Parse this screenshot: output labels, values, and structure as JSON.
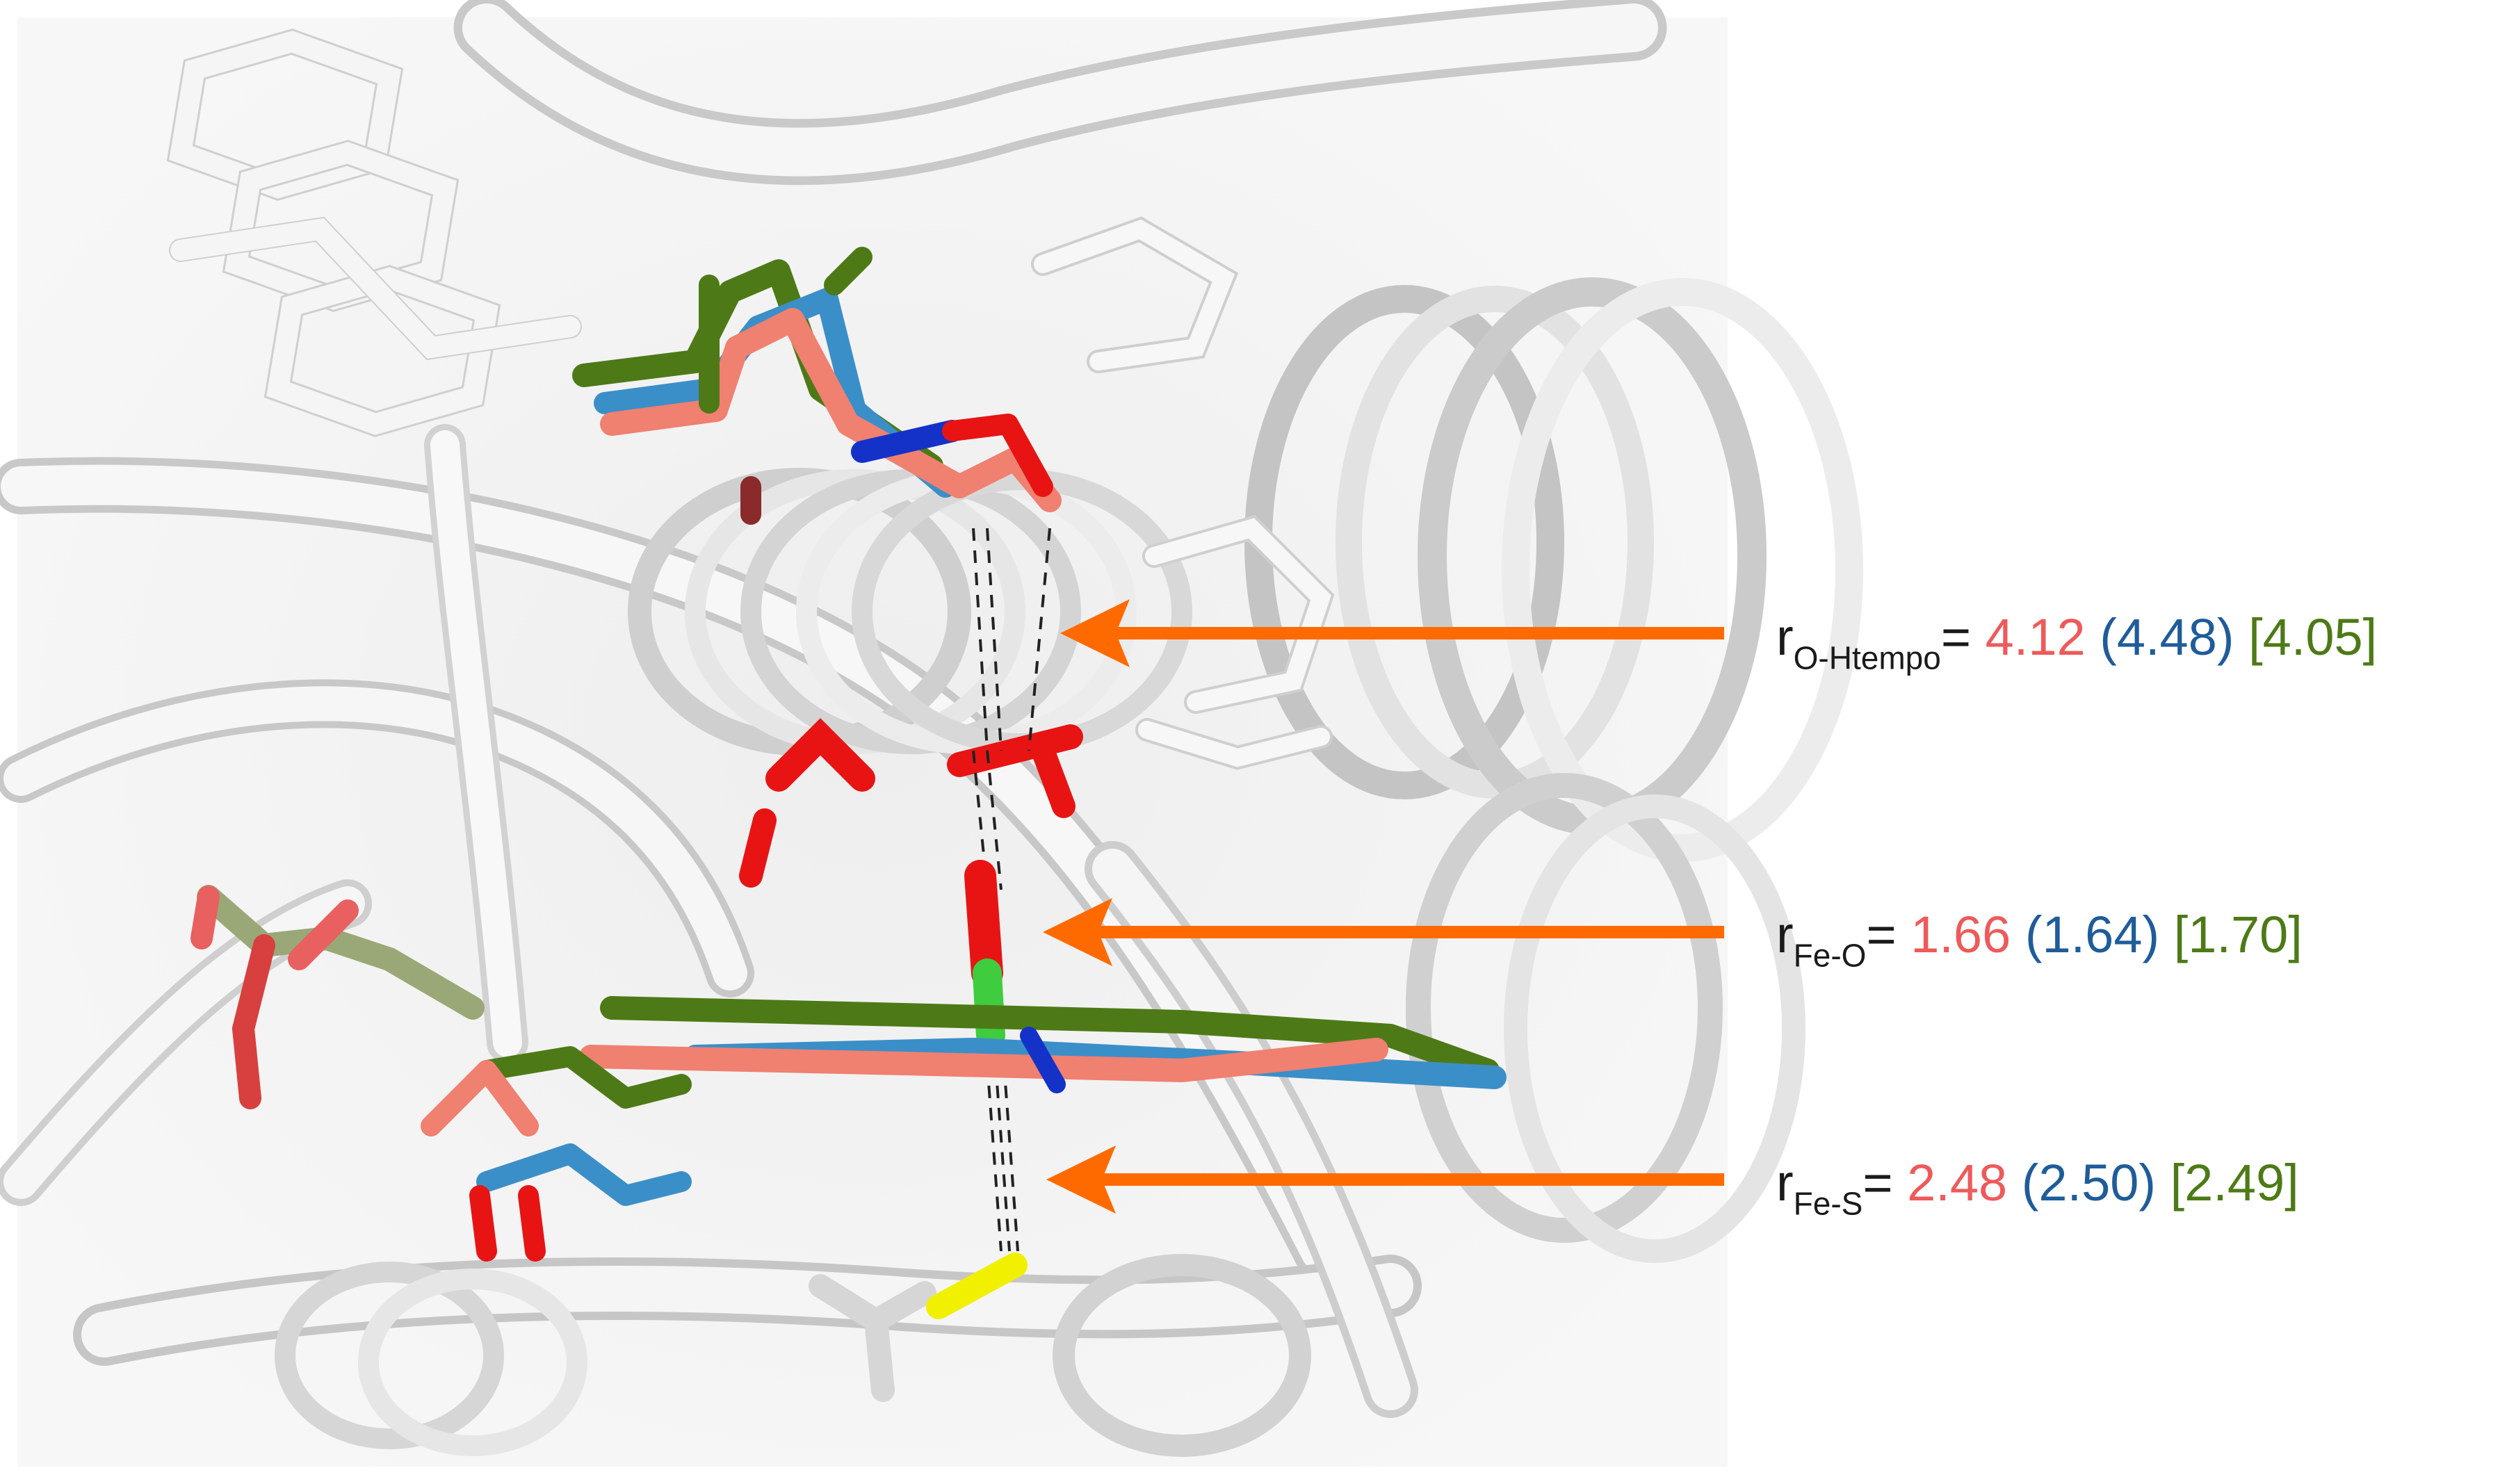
{
  "labels": [
    {
      "symbol": "r",
      "subscript": "O-Htempo",
      "equals": "= ",
      "v1": "4.12",
      "v2": "(4.48)",
      "v3": "[4.05]"
    },
    {
      "symbol": "r",
      "subscript": "Fe-O",
      "equals": "= ",
      "v1": "1.66",
      "v2": "(1.64)",
      "v3": "[1.70]"
    },
    {
      "symbol": "r",
      "subscript": "Fe-S",
      "equals": "= ",
      "v1": "2.48",
      "v2": "(2.50)",
      "v3": "[2.49]"
    }
  ],
  "colors": {
    "model_1": "#ee5a5a",
    "model_2": "#1f5c9a",
    "model_3": "#4d7a16",
    "arrow": "#ff6a00",
    "protein": "#f2f2f2",
    "oxygen": "#e81414",
    "nitrogen": "#1432c8",
    "sulfur": "#f0f000"
  }
}
